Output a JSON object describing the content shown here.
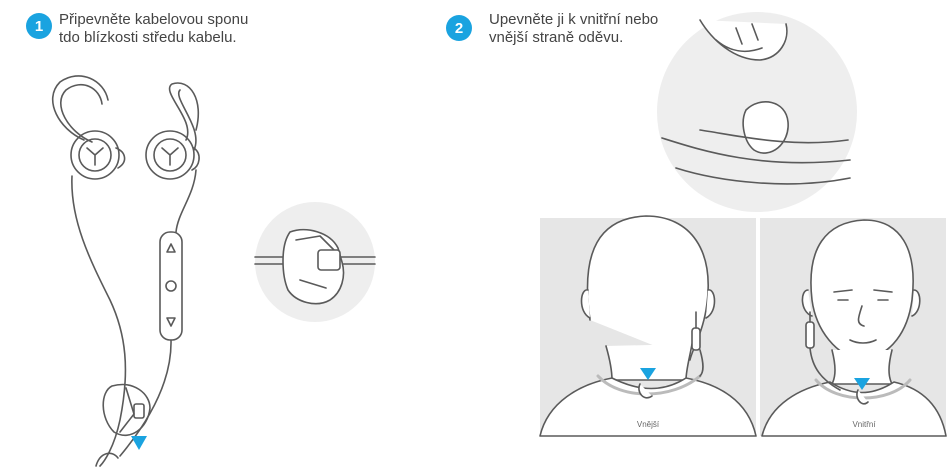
{
  "steps": [
    {
      "number": "1",
      "lines": [
        "Připevněte kabelovou sponu",
        "tdo blízkosti středu kabelu."
      ]
    },
    {
      "number": "2",
      "lines": [
        "Upevněte ji k vnitřní nebo",
        "vnější straně oděvu."
      ]
    }
  ],
  "captions": {
    "back_view": "Vnější",
    "front_view": "Vnitřní"
  },
  "colors": {
    "accent": "#1aa3e0",
    "line": "#5a5a5a",
    "circle_bg": "#eeeeee",
    "panel_bg": "#e6e6e6"
  },
  "icons": {
    "step_badge": "filled-circle-number",
    "marker": "blue-triangle-down"
  }
}
